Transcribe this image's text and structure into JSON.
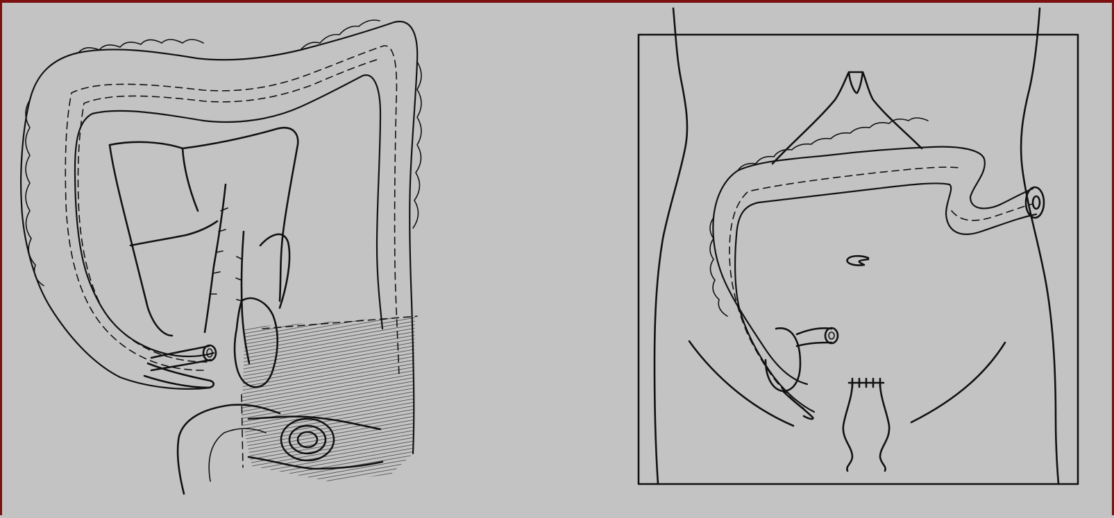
{
  "figure": {
    "panels": [
      {
        "id": "left",
        "subject": "colon-resection-area"
      },
      {
        "id": "right",
        "subject": "colostomy-postoperative-view"
      }
    ],
    "colors": {
      "background": "#c3c3c3",
      "ink": "#111111",
      "border": "#7a1010"
    }
  }
}
